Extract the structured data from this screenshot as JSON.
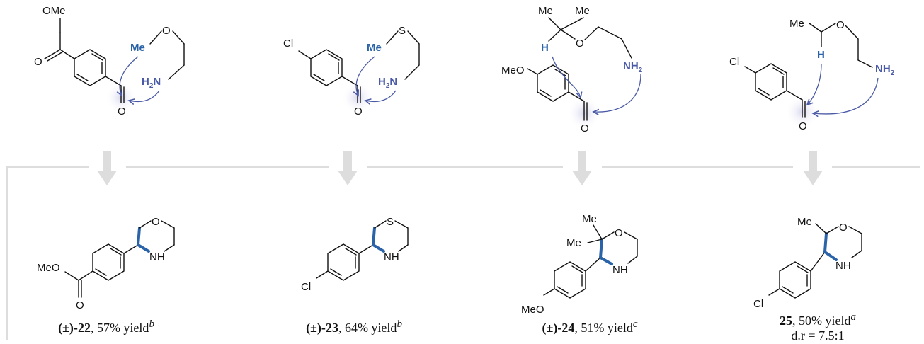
{
  "molecules": {
    "r1": {
      "ester": "OMe",
      "o1": "O",
      "ald_o": "O",
      "me": "Me",
      "o_chain": "O",
      "nh2": "H2N"
    },
    "r2": {
      "cl": "Cl",
      "ald_o": "O",
      "me": "Me",
      "s": "S",
      "nh2": "H2N"
    },
    "r3": {
      "meo": "MeO",
      "ald_o": "O",
      "me_a": "Me",
      "me_b": "Me",
      "h": "H",
      "o_chain": "O",
      "nh2": "NH2"
    },
    "r4": {
      "cl": "Cl",
      "ald_o": "O",
      "me": "Me",
      "h": "H",
      "o_chain": "O",
      "nh2": "NH2"
    },
    "p1": {
      "ring_o": "O",
      "nh": "NH",
      "ester": "MeO",
      "carbonyl_o": "O"
    },
    "p2": {
      "ring_s": "S",
      "nh": "NH",
      "cl": "Cl"
    },
    "p3": {
      "ring_o": "O",
      "nh": "NH",
      "meo": "MeO",
      "me_a": "Me",
      "me_b": "Me"
    },
    "p4": {
      "ring_o": "O",
      "nh": "NH",
      "cl": "Cl",
      "me": "Me"
    }
  },
  "products": [
    {
      "prefix": "(±)-",
      "compound": "22",
      "yield": ", 57% yield",
      "note": "b",
      "extra": ""
    },
    {
      "prefix": "(±)-",
      "compound": "23",
      "yield": ", 64% yield",
      "note": "b",
      "extra": ""
    },
    {
      "prefix": "(±)-",
      "compound": "24",
      "yield": ", 51% yield",
      "note": "c",
      "extra": ""
    },
    {
      "prefix": "",
      "compound": "25",
      "yield": ", 50% yield",
      "note": "a",
      "extra": "d.r = 7.5:1"
    }
  ],
  "colors": {
    "highlight": "#2b63a8",
    "arrow": "#4a5aa6",
    "divider": "#dddddd",
    "glow": "#dcdcf0"
  }
}
